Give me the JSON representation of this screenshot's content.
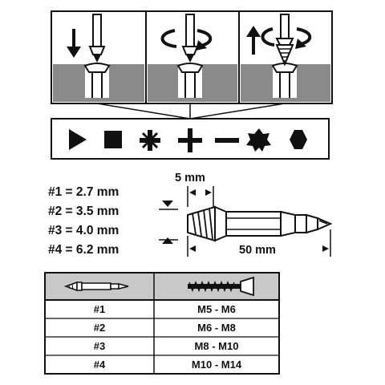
{
  "steps": [
    {
      "icon": "down-arrow-icon"
    },
    {
      "icon": "rotate-clockwise-icon"
    },
    {
      "icon": "up-arrow-rotate-icon"
    }
  ],
  "head_types": [
    {
      "icon": "triangle-drive-icon"
    },
    {
      "icon": "square-drive-icon"
    },
    {
      "icon": "pozi-drive-icon"
    },
    {
      "icon": "phillips-drive-icon"
    },
    {
      "icon": "slotted-drive-icon"
    },
    {
      "icon": "torx-drive-icon"
    },
    {
      "icon": "hex-drive-icon"
    }
  ],
  "sizes": [
    {
      "label": "#1 = 2.7 mm"
    },
    {
      "label": "#2 = 3.5 mm"
    },
    {
      "label": "#3 = 4.0 mm"
    },
    {
      "label": "#4 = 6.2 mm"
    }
  ],
  "dimensions": {
    "tip_length": "5 mm",
    "total_length": "50 mm"
  },
  "table": {
    "header_icons": [
      "extractor-bit-icon",
      "screw-icon"
    ],
    "rows": [
      {
        "size": "#1",
        "range": "M5 - M6"
      },
      {
        "size": "#2",
        "range": "M6 - M8"
      },
      {
        "size": "#3",
        "range": "M8 - M10"
      },
      {
        "size": "#4",
        "range": "M10 - M14"
      }
    ]
  },
  "colors": {
    "ink": "#111111",
    "material_gray": "#8a8a8a",
    "header_gray": "#c8c8c8"
  }
}
